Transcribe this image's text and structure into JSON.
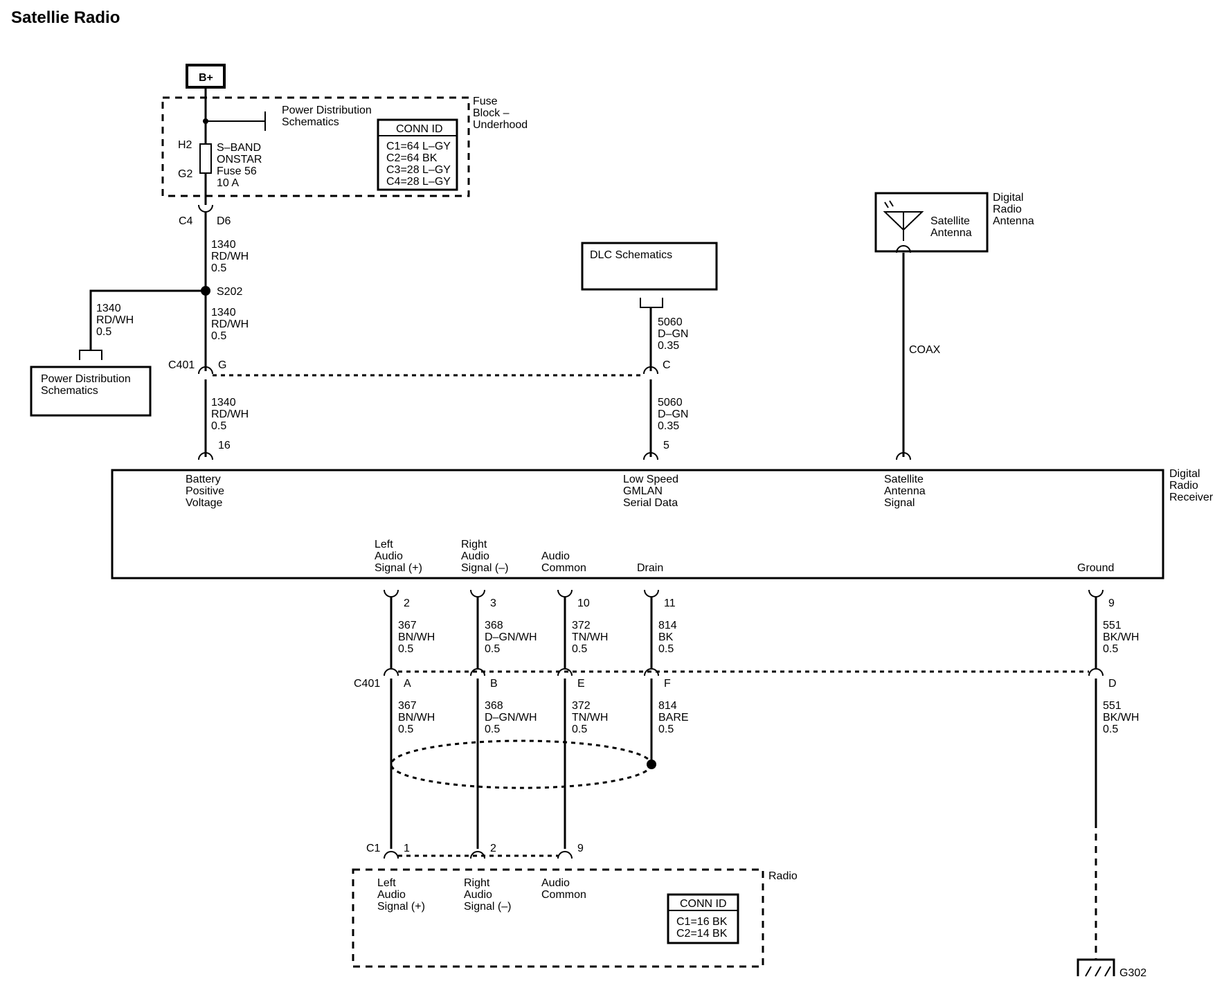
{
  "title": "Satellie Radio",
  "bplus": "B+",
  "fuse_block": {
    "label": [
      "Fuse",
      "Block –",
      "Underhood"
    ],
    "pds_ref": [
      "Power Distribution",
      "Schematics"
    ],
    "h2": "H2",
    "g2": "G2",
    "fuse_label": [
      "S–BAND",
      "ONSTAR",
      "Fuse 56",
      "10 A"
    ],
    "conn_id_title": "CONN ID",
    "conn_ids": [
      "C1=64 L–GY",
      "C2=64 BK",
      "C3=28 L–GY",
      "C4=28 L–GY"
    ]
  },
  "c4": "C4",
  "d6": "D6",
  "wire_1340_a": [
    "1340",
    "RD/WH",
    "0.5"
  ],
  "s202": "S202",
  "wire_1340_b": [
    "1340",
    "RD/WH",
    "0.5"
  ],
  "wire_1340_left": [
    "1340",
    "RD/WH",
    "0.5"
  ],
  "pds_box": [
    "Power Distribution",
    "Schematics"
  ],
  "c401_top": "C401",
  "pin_g": "G",
  "wire_1340_c": [
    "1340",
    "RD/WH",
    "0.5"
  ],
  "pin_16": "16",
  "dlc_box": "DLC Schematics",
  "wire_5060_a": [
    "5060",
    "D–GN",
    "0.35"
  ],
  "pin_c": "C",
  "wire_5060_b": [
    "5060",
    "D–GN",
    "0.35"
  ],
  "pin_5": "5",
  "antenna": {
    "inner": [
      "Satellite",
      "Antenna"
    ],
    "outer": [
      "Digital",
      "Radio",
      "Antenna"
    ]
  },
  "coax": "COAX",
  "receiver": {
    "label": [
      "Digital",
      "Radio",
      "Receiver"
    ],
    "battery": [
      "Battery",
      "Positive",
      "Voltage"
    ],
    "gmlan": [
      "Low Speed",
      "GMLAN",
      "Serial Data"
    ],
    "sat": [
      "Satellite",
      "Antenna",
      "Signal"
    ],
    "left_audio": [
      "Left",
      "Audio",
      "Signal (+)"
    ],
    "right_audio": [
      "Right",
      "Audio",
      "Signal (–)"
    ],
    "audio_common": [
      "Audio",
      "Common"
    ],
    "drain": "Drain",
    "ground": "Ground"
  },
  "bottom_pins": [
    "2",
    "3",
    "10",
    "11",
    "9"
  ],
  "wires_upper": [
    [
      "367",
      "BN/WH",
      "0.5"
    ],
    [
      "368",
      "D–GN/WH",
      "0.5"
    ],
    [
      "372",
      "TN/WH",
      "0.5"
    ],
    [
      "814",
      "BK",
      "0.5"
    ],
    [
      "551",
      "BK/WH",
      "0.5"
    ]
  ],
  "c401_bottom": "C401",
  "c401_pins": [
    "A",
    "B",
    "E",
    "F",
    "D"
  ],
  "wires_lower": [
    [
      "367",
      "BN/WH",
      "0.5"
    ],
    [
      "368",
      "D–GN/WH",
      "0.5"
    ],
    [
      "372",
      "TN/WH",
      "0.5"
    ],
    [
      "814",
      "BARE",
      "0.5"
    ],
    [
      "551",
      "BK/WH",
      "0.5"
    ]
  ],
  "c1": "C1",
  "radio_pins": [
    "1",
    "2",
    "9"
  ],
  "radio": {
    "label": "Radio",
    "left_audio": [
      "Left",
      "Audio",
      "Signal (+)"
    ],
    "right_audio": [
      "Right",
      "Audio",
      "Signal (–)"
    ],
    "audio_common": [
      "Audio",
      "Common"
    ],
    "conn_id_title": "CONN ID",
    "conn_ids": [
      "C1=16 BK",
      "C2=14 BK"
    ]
  },
  "g302": "G302"
}
